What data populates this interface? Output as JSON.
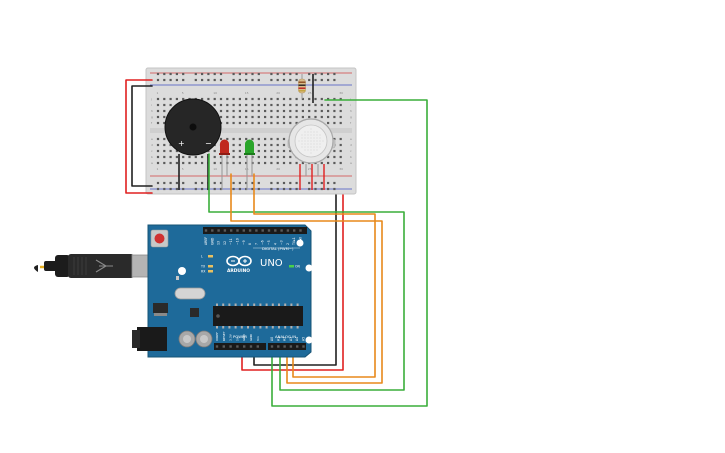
{
  "arduino": {
    "brand_text": "ARDUINO",
    "model_text": "UNO",
    "on_label": "ON",
    "digital_label": "DIGITAL (PWM~)",
    "power_label": "POWER",
    "analog_label": "ANALOG IN",
    "tx_label": "TX",
    "rx_label": "RX",
    "l_label": "L",
    "digital_pins": [
      "AREF",
      "GND",
      "13",
      "12",
      "~11",
      "~10",
      "~9",
      "8",
      "7",
      "~6",
      "~5",
      "4",
      "~3",
      "2",
      "TX▸1",
      "RX◂0"
    ],
    "power_pins": [
      "IOREF",
      "RESET",
      "3.3V",
      "5V",
      "GND",
      "GND",
      "Vin"
    ],
    "analog_pins": [
      "A0",
      "A1",
      "A2",
      "A3",
      "A4",
      "A5"
    ]
  },
  "breadboard": {
    "row_numbers": [
      "1",
      "5",
      "10",
      "15",
      "20",
      "25",
      "30"
    ],
    "column_letters": [
      "a",
      "b",
      "c",
      "d",
      "e",
      "f",
      "g",
      "h",
      "i",
      "j"
    ]
  },
  "buzzer": {
    "plus_label": "+",
    "minus_label": "−"
  },
  "colors": {
    "wire_red": "#e02020",
    "wire_black": "#202020",
    "wire_green": "#3aae3a",
    "wire_orange": "#e8891a",
    "board_blue": "#1e6a9a",
    "led_red": "#c0281e",
    "led_green": "#2aa52a"
  }
}
